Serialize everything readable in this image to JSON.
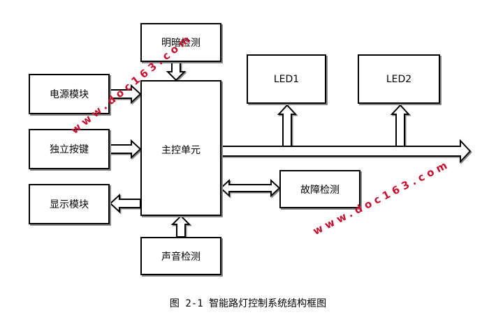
{
  "blocks": {
    "light_detect": "明暗检测",
    "power": "电源模块",
    "key": "独立按键",
    "display": "显示模块",
    "mcu": "主控单元",
    "led1": "LED1",
    "led2": "LED2",
    "fault": "故障检测",
    "sound": "声音检测"
  },
  "caption": "图 2-1 智能路灯控制系统结构框图",
  "watermark": {
    "text": "www.doc163.com",
    "color": "#c8102e"
  }
}
